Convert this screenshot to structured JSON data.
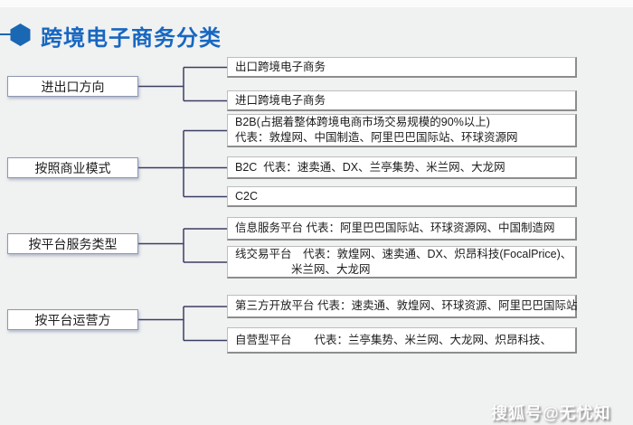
{
  "title": {
    "text": "跨境电子商务分类"
  },
  "watermark": "搜狐号@无忧知",
  "colors": {
    "accent_blue": "#1767c1",
    "hexagon_blue": "#1a67b3",
    "connector_navy": "#3a3f63",
    "background": "#f0f1f1",
    "box_border_gray": "#8d8d8d",
    "left_box_border": "#8d97b3"
  },
  "tree": {
    "groups": [
      {
        "label": "进出口方向",
        "children": [
          {
            "lines": [
              "出口跨境电子商务"
            ]
          },
          {
            "lines": [
              "进口跨境电子商务"
            ]
          }
        ]
      },
      {
        "label": "按照商业模式",
        "children": [
          {
            "lines": [
              "B2B(占据着整体跨境电商市场交易规模的90%以上)",
              "代表：敦煌网、中国制造、阿里巴巴国际站、环球资源网"
            ]
          },
          {
            "lines": [
              "B2C  代表：速卖通、DX、兰亭集势、米兰网、大龙网"
            ]
          },
          {
            "lines": [
              "C2C"
            ]
          }
        ]
      },
      {
        "label": "按平台服务类型",
        "children": [
          {
            "lines": [
              "信息服务平台 代表：阿里巴巴国际站、环球资源网、中国制造网"
            ]
          },
          {
            "lines": [
              "线交易平台　代表：敦煌网、速卖通、DX、炽昂科技(FocalPrice)、",
              "米兰网、大龙网"
            ]
          }
        ]
      },
      {
        "label": "按平台运营方",
        "children": [
          {
            "lines": [
              "第三方开放平台 代表：速卖通、敦煌网、环球资源、阿里巴巴国际站"
            ]
          },
          {
            "lines": [
              "自营型平台　　代表：兰亭集势、米兰网、大龙网、炽昂科技、"
            ]
          }
        ]
      }
    ]
  }
}
